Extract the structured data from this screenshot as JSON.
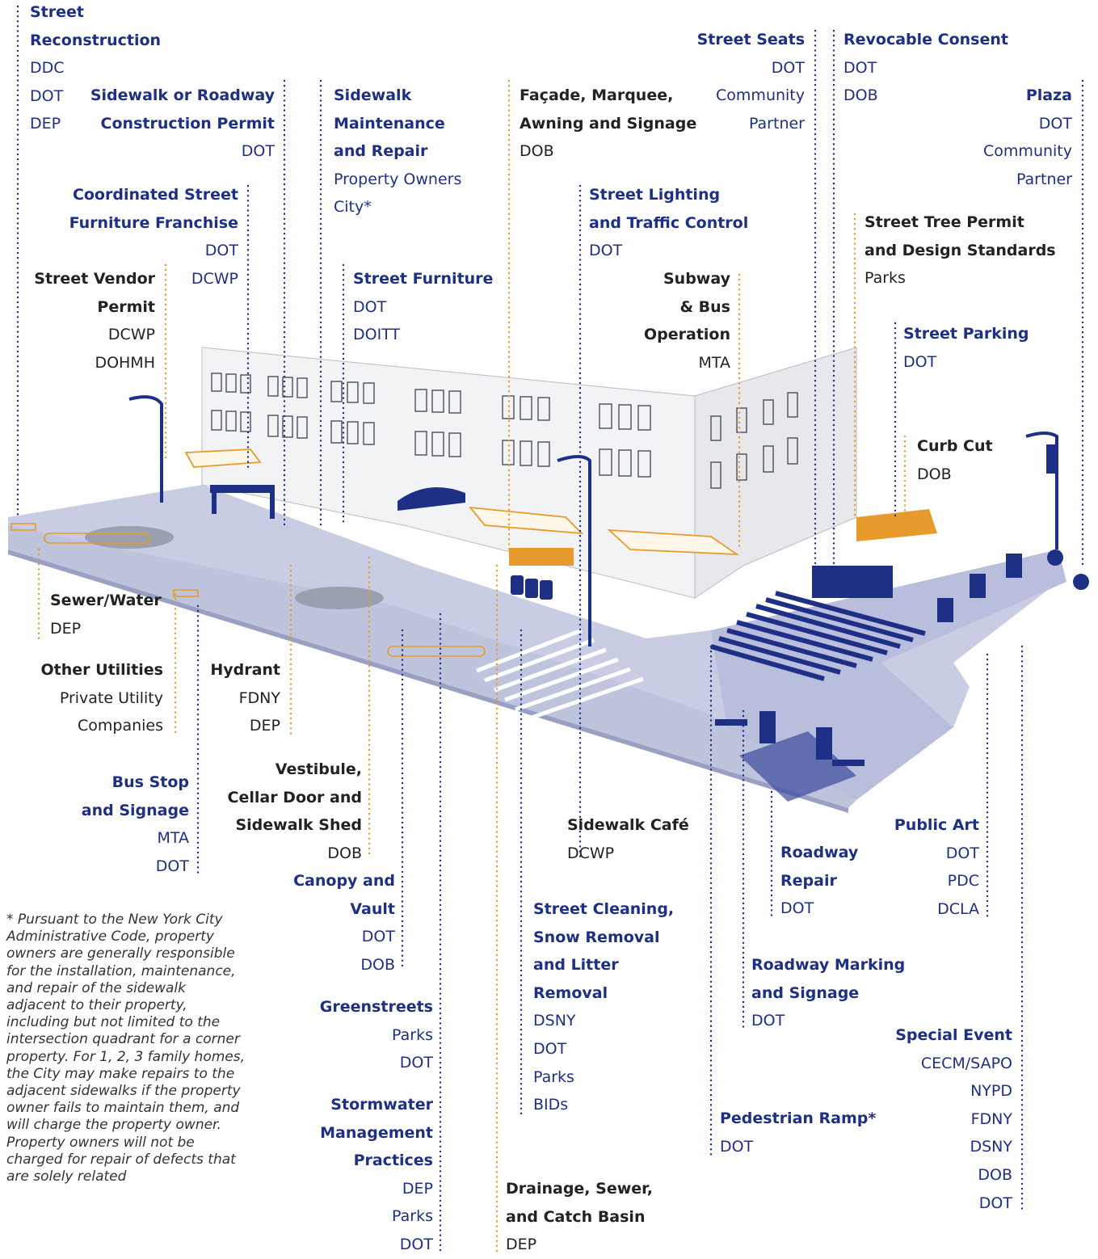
{
  "labels": [
    {
      "id": "street-reconstruction",
      "title": [
        "Street",
        "Reconstruction"
      ],
      "agencies": [
        "DDC",
        "DOT",
        "DEP"
      ],
      "color": "blue"
    },
    {
      "id": "sidewalk-roadway-construction",
      "title": [
        "Sidewalk or Roadway",
        "Construction Permit"
      ],
      "agencies": [
        "DOT"
      ],
      "color": "blue"
    },
    {
      "id": "sidewalk-maintenance",
      "title": [
        "Sidewalk",
        "Maintenance",
        "and Repair"
      ],
      "agencies": [
        "Property Owners",
        "City*"
      ],
      "color": "blue"
    },
    {
      "id": "facade-marquee",
      "title": [
        "Façade, Marquee,",
        "Awning and Signage"
      ],
      "agencies": [
        "DOB"
      ],
      "color": "black"
    },
    {
      "id": "street-seats",
      "title": [
        "Street Seats"
      ],
      "agencies": [
        "DOT",
        "Community",
        "Partner"
      ],
      "color": "blue"
    },
    {
      "id": "revocable-consent",
      "title": [
        "Revocable Consent"
      ],
      "agencies": [
        "DOT",
        "DOB"
      ],
      "color": "blue"
    },
    {
      "id": "plaza",
      "title": [
        "Plaza"
      ],
      "agencies": [
        "DOT",
        "Community",
        "Partner"
      ],
      "color": "blue"
    },
    {
      "id": "coordinated-street-furniture",
      "title": [
        "Coordinated Street",
        "Furniture Franchise"
      ],
      "agencies": [
        "DOT",
        "DCWP"
      ],
      "color": "blue"
    },
    {
      "id": "street-lighting",
      "title": [
        "Street Lighting",
        "and Traffic Control"
      ],
      "agencies": [
        "DOT"
      ],
      "color": "blue"
    },
    {
      "id": "street-tree-permit",
      "title": [
        "Street Tree Permit",
        "and Design Standards"
      ],
      "agencies": [
        "Parks"
      ],
      "color": "black"
    },
    {
      "id": "street-vendor",
      "title": [
        "Street Vendor",
        "Permit"
      ],
      "agencies": [
        "DCWP",
        "DOHMH"
      ],
      "color": "black"
    },
    {
      "id": "street-furniture",
      "title": [
        "Street Furniture"
      ],
      "agencies": [
        "DOT",
        "DOITT"
      ],
      "color": "blue"
    },
    {
      "id": "subway-bus",
      "title": [
        "Subway",
        "& Bus",
        "Operation"
      ],
      "agencies": [
        "MTA"
      ],
      "color": "black"
    },
    {
      "id": "street-parking",
      "title": [
        "Street Parking"
      ],
      "agencies": [
        "DOT"
      ],
      "color": "blue"
    },
    {
      "id": "curb-cut",
      "title": [
        "Curb Cut"
      ],
      "agencies": [
        "DOB"
      ],
      "color": "black"
    },
    {
      "id": "sewer-water",
      "title": [
        "Sewer/Water"
      ],
      "agencies": [
        "DEP"
      ],
      "color": "black"
    },
    {
      "id": "other-utilities",
      "title": [
        "Other Utilities"
      ],
      "agencies": [
        "Private Utility",
        "Companies"
      ],
      "color": "black"
    },
    {
      "id": "hydrant",
      "title": [
        "Hydrant"
      ],
      "agencies": [
        "FDNY",
        "DEP"
      ],
      "color": "black"
    },
    {
      "id": "bus-stop",
      "title": [
        "Bus Stop",
        "and Signage"
      ],
      "agencies": [
        "MTA",
        "DOT"
      ],
      "color": "blue"
    },
    {
      "id": "vestibule",
      "title": [
        "Vestibule,",
        "Cellar Door and",
        "Sidewalk Shed"
      ],
      "agencies": [
        "DOB"
      ],
      "color": "black"
    },
    {
      "id": "sidewalk-cafe",
      "title": [
        "Sidewalk Café"
      ],
      "agencies": [
        "DCWP"
      ],
      "color": "black"
    },
    {
      "id": "roadway-repair",
      "title": [
        "Roadway",
        "Repair"
      ],
      "agencies": [
        "DOT"
      ],
      "color": "blue"
    },
    {
      "id": "public-art",
      "title": [
        "Public Art"
      ],
      "agencies": [
        "DOT",
        "PDC",
        "DCLA"
      ],
      "color": "blue"
    },
    {
      "id": "canopy-vault",
      "title": [
        "Canopy and",
        "Vault"
      ],
      "agencies": [
        "DOT",
        "DOB"
      ],
      "color": "blue"
    },
    {
      "id": "street-cleaning",
      "title": [
        "Street Cleaning,",
        "Snow Removal",
        "and Litter",
        "Removal"
      ],
      "agencies": [
        "DSNY",
        "DOT",
        "Parks",
        "BIDs"
      ],
      "color": "blue"
    },
    {
      "id": "roadway-marking",
      "title": [
        "Roadway Marking",
        "and Signage"
      ],
      "agencies": [
        "DOT"
      ],
      "color": "blue"
    },
    {
      "id": "greenstreets",
      "title": [
        "Greenstreets"
      ],
      "agencies": [
        "Parks",
        "DOT"
      ],
      "color": "blue"
    },
    {
      "id": "special-event",
      "title": [
        "Special Event"
      ],
      "agencies": [
        "CECM/SAPO",
        "NYPD",
        "FDNY",
        "DSNY",
        "DOB",
        "DOT"
      ],
      "color": "blue"
    },
    {
      "id": "stormwater",
      "title": [
        "Stormwater",
        "Management",
        "Practices"
      ],
      "agencies": [
        "DEP",
        "Parks",
        "DOT"
      ],
      "color": "blue"
    },
    {
      "id": "pedestrian-ramp",
      "title": [
        "Pedestrian Ramp*"
      ],
      "agencies": [
        "DOT"
      ],
      "color": "blue"
    },
    {
      "id": "drainage-sewer",
      "title": [
        "Drainage, Sewer,",
        "and Catch Basin"
      ],
      "agencies": [
        "DEP"
      ],
      "color": "black"
    }
  ],
  "footnote": "* Pursuant to the New York City Administrative Code, property owners are generally responsible for the installation, maintenance, and repair of the sidewalk adjacent to their property, including but not limited to the intersection quadrant for a corner property. For 1, 2, 3 family homes, the City may make repairs to the adjacent sidewalks if the property owner fails to maintain them, and will charge the property owner. Property owners will not be charged for repair of defects that are solely related",
  "colors": {
    "blue": "#1e2f86",
    "orange": "#e89a2c",
    "street": "#c9cde4",
    "building": "#f2f3f5"
  }
}
